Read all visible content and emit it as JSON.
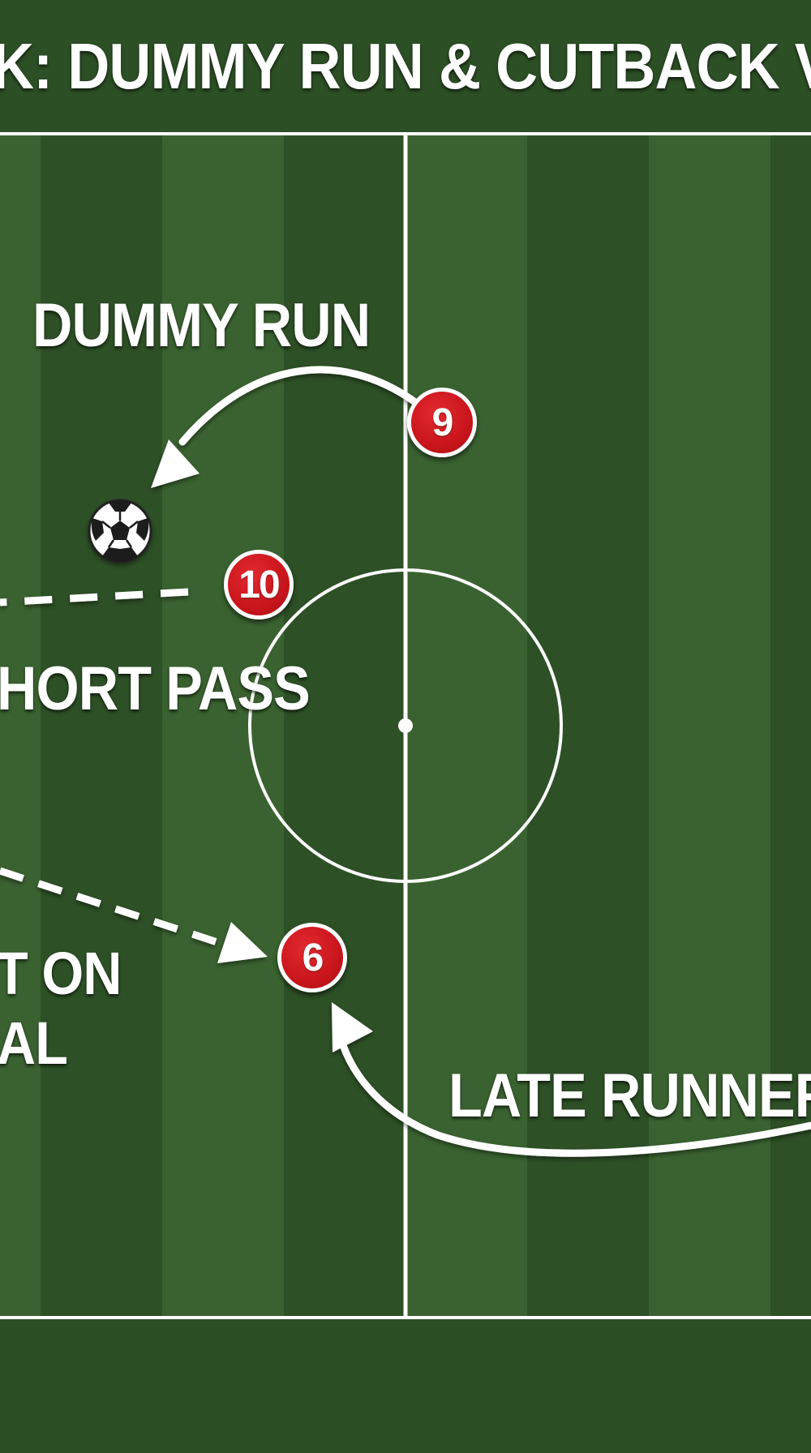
{
  "title": "K: DUMMY RUN & CUTBACK V",
  "labels": {
    "dummy_run": "DUMMY RUN",
    "short_pass": "HORT PASS",
    "shot_on_line1": "T ON",
    "shot_on_line2": "AL",
    "late_runner": "LATE RUNNER"
  },
  "players": [
    {
      "number": "9",
      "icon": "player-9-badge"
    },
    {
      "number": "10",
      "icon": "player-10-badge"
    },
    {
      "number": "6",
      "icon": "player-6-badge"
    }
  ],
  "colors": {
    "pitch_dark": "#2f5227",
    "pitch_light": "#3d6530",
    "player_red": "#c9151c",
    "lines": "#ffffff"
  },
  "icons": [
    "football-icon"
  ]
}
